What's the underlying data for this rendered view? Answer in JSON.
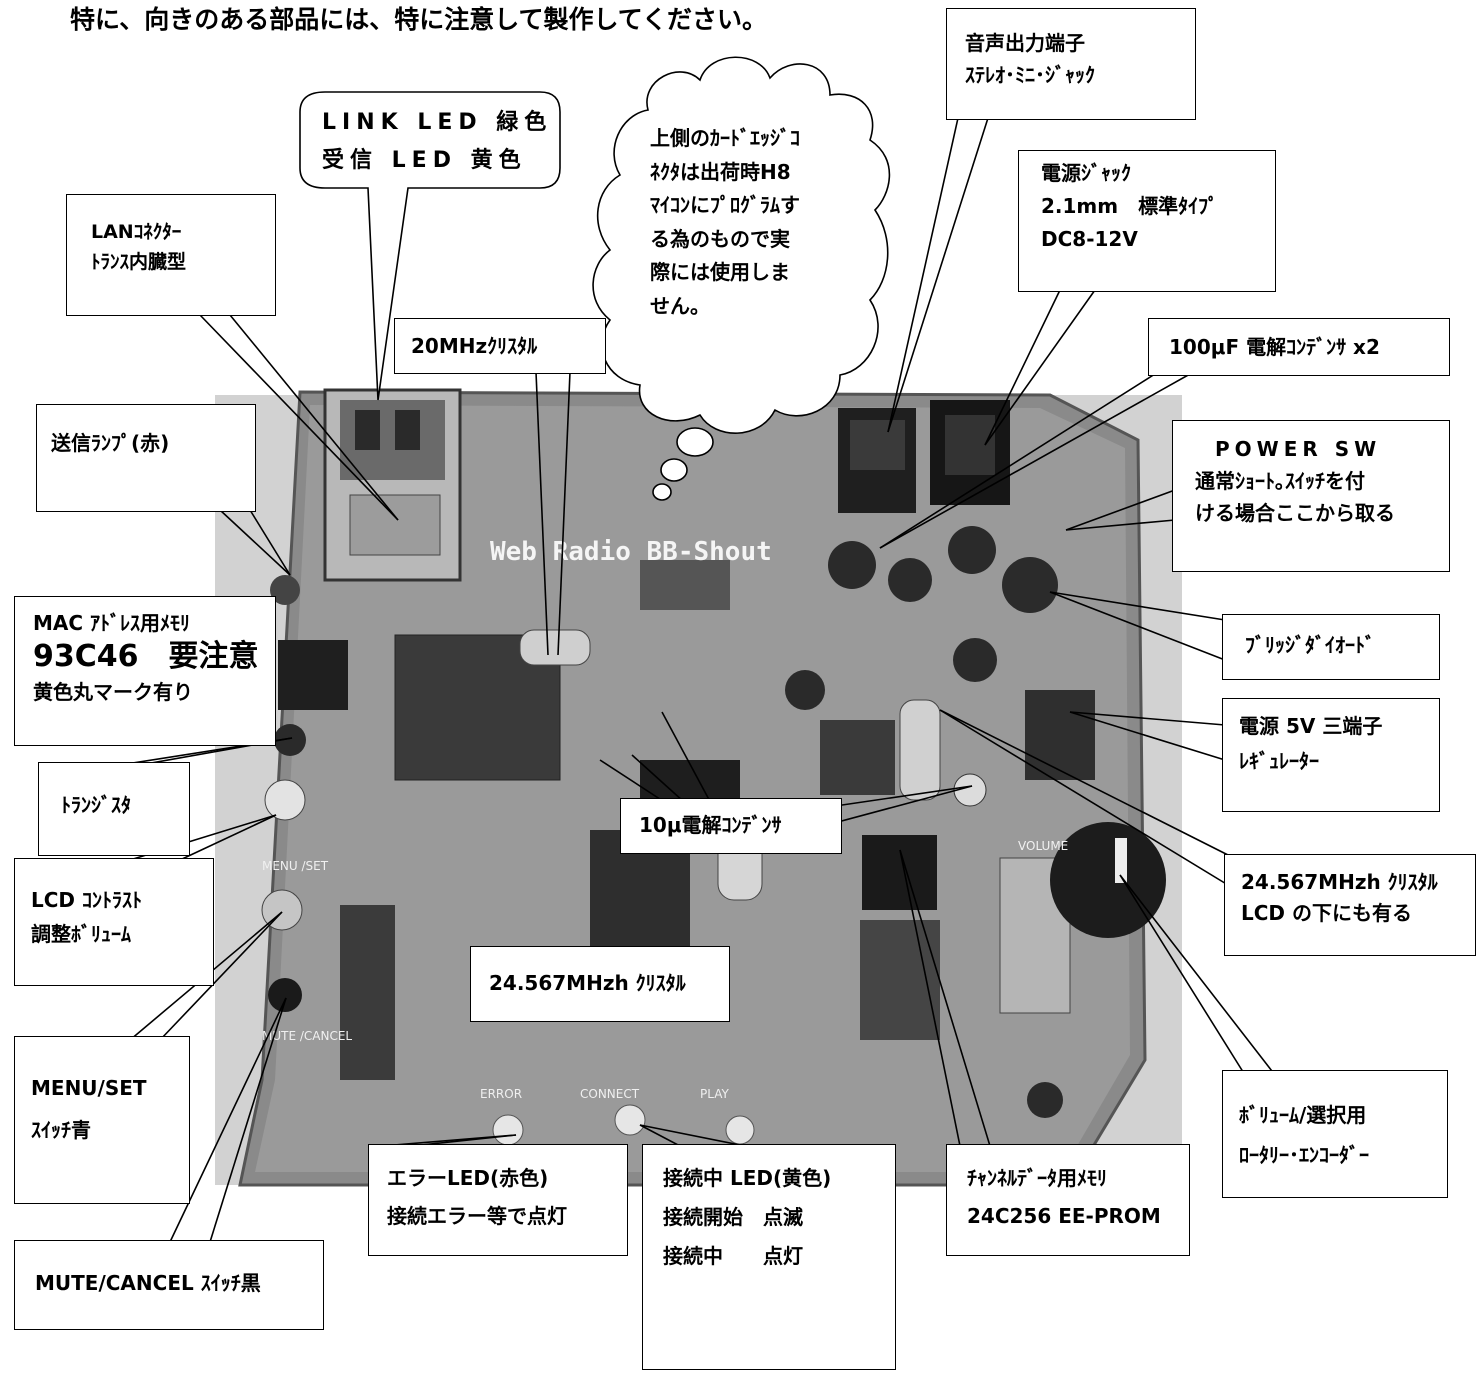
{
  "heading": "特に、向きのある部品には、特に注意して製作してください。",
  "colors": {
    "board": "#8f8f8f",
    "board_dark": "#5a5a5a",
    "background_photo": "#cfcfcf"
  },
  "board": {
    "title": "Web Radio BB-Shout",
    "silkscreen": {
      "menu_set": "MENU /SET",
      "mute_cancel": "MUTE /CANCEL",
      "error": "ERROR",
      "connect": "CONNECT",
      "play": "PLAY",
      "volume": "VOLUME"
    }
  },
  "callouts": {
    "link_led": {
      "line1": "LINK LED 緑色",
      "line2": "受信 LED 黄色"
    },
    "lan": {
      "line1": "LANｺﾈｸﾀｰ",
      "line2": "ﾄﾗﾝｽ内臓型"
    },
    "crystal20": {
      "line1": "20MHzｸﾘｽﾀﾙ"
    },
    "card_edge": {
      "lines": [
        "上側のｶｰﾄﾞｴｯｼﾞｺ",
        "ﾈｸﾀは出荷時H8",
        "ﾏｲｺﾝにﾌﾟﾛｸﾞﾗﾑす",
        "る為のもので実",
        "際には使用しま",
        "せん。"
      ]
    },
    "audio_out": {
      "line1": "音声出力端子",
      "line2": "ｽﾃﾚｵ･ﾐﾆ･ｼﾞｬｯｸ"
    },
    "dc_jack": {
      "line1": "電源ｼﾞｬｯｸ",
      "line2": "2.1mm　標準ﾀｲﾌﾟ",
      "line3": "DC8-12V"
    },
    "cap100": {
      "line1": "100μF 電解ｺﾝﾃﾞﾝｻ x2"
    },
    "power_sw": {
      "line1": "POWER SW",
      "line2": "通常ｼｮｰﾄ｡ｽｲｯﾁを付",
      "line3": "ける場合ここから取る"
    },
    "tx_lamp": {
      "line1": "送信ﾗﾝﾌﾟ(赤)"
    },
    "mac": {
      "line1": "MAC ｱﾄﾞﾚｽ用ﾒﾓﾘ",
      "line2": "93C46　要注意",
      "line3": "黄色丸マーク有り"
    },
    "bridge": {
      "line1": "ﾌﾞﾘｯｼﾞﾀﾞｲｵｰﾄﾞ"
    },
    "regulator": {
      "line1": "電源 5V 三端子",
      "line2": "ﾚｷﾞｭﾚｰﾀｰ"
    },
    "transistor": {
      "line1": "ﾄﾗﾝｼﾞｽﾀ"
    },
    "cap10": {
      "line1": "10μ電解ｺﾝﾃﾞﾝｻ"
    },
    "crystal_lcd": {
      "line1": "24.567MHzh ｸﾘｽﾀﾙ",
      "line2": "LCD の下にも有る"
    },
    "lcd_contrast": {
      "line1": "LCD ｺﾝﾄﾗｽﾄ",
      "line2": "調整ﾎﾞﾘｭｰﾑ"
    },
    "crystal24": {
      "line1": "24.567MHzh ｸﾘｽﾀﾙ"
    },
    "menu_set": {
      "line1": "MENU/SET",
      "line2": "ｽｲｯﾁ青"
    },
    "volume": {
      "line1": "ﾎﾞﾘｭｰﾑ/選択用",
      "line2": "ﾛｰﾀﾘｰ･ｴﾝｺｰﾀﾞｰ"
    },
    "error_led": {
      "line1": "エラーLED(赤色)",
      "line2": "接続エラー等で点灯"
    },
    "connect_led": {
      "line1": "接続中 LED(黄色)",
      "line2": "接続開始　点滅",
      "line3": "接続中　　点灯"
    },
    "eeprom": {
      "line1": "ﾁｬﾝﾈﾙﾃﾞｰﾀ用ﾒﾓﾘ",
      "line2": "24C256 EE-PROM"
    },
    "mute": {
      "line1": "MUTE/CANCEL ｽｲｯﾁ黒"
    }
  }
}
